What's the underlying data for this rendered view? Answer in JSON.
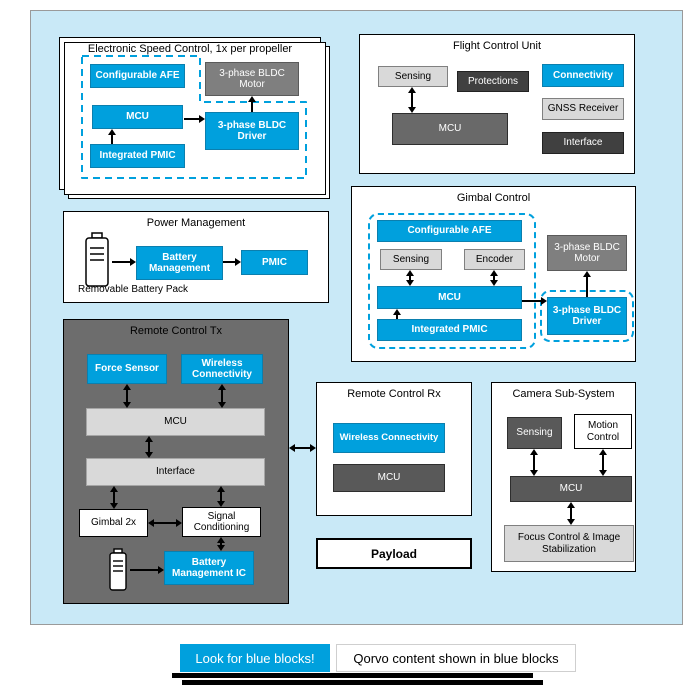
{
  "colors": {
    "qorvo_blue": "#00A0DD",
    "diagram_bg": "#C9E9F7",
    "dark_gray": "#595959",
    "light_gray": "#D9D9D9"
  },
  "esc": {
    "title": "Electronic Speed Control, 1x per propeller",
    "afe": "Configurable AFE",
    "mcu": "MCU",
    "pmic": "Integrated PMIC",
    "motor": "3-phase BLDC Motor",
    "driver": "3-phase BLDC Driver"
  },
  "fcu": {
    "title": "Flight Control Unit",
    "sensing": "Sensing",
    "protections": "Protections",
    "connectivity": "Connectivity",
    "mcu": "MCU",
    "gnss": "GNSS Receiver",
    "interface": "Interface"
  },
  "power": {
    "title": "Power Management",
    "battery_management": "Battery Management",
    "pmic": "PMIC",
    "caption": "Removable Battery Pack"
  },
  "gimbal": {
    "title": "Gimbal Control",
    "afe": "Configurable AFE",
    "sensing": "Sensing",
    "encoder": "Encoder",
    "mcu": "MCU",
    "pmic": "Integrated PMIC",
    "motor": "3-phase BLDC Motor",
    "driver": "3-phase BLDC Driver"
  },
  "rc_tx": {
    "title": "Remote Control Tx",
    "force_sensor": "Force Sensor",
    "wireless": "Wireless Connectivity",
    "mcu": "MCU",
    "interface": "Interface",
    "gimbal": "Gimbal 2x",
    "signal": "Signal Conditioning",
    "battery_ic": "Battery Management IC"
  },
  "rc_rx": {
    "title": "Remote Control Rx",
    "wireless": "Wireless Connectivity",
    "mcu": "MCU"
  },
  "camera": {
    "title": "Camera Sub-System",
    "sensing": "Sensing",
    "motion": "Motion Control",
    "mcu": "MCU",
    "focus": "Focus Control & Image Stabilization"
  },
  "payload": {
    "title": "Payload"
  },
  "legend": {
    "badge": "Look for blue blocks!",
    "caption": "Qorvo content shown in blue blocks"
  }
}
